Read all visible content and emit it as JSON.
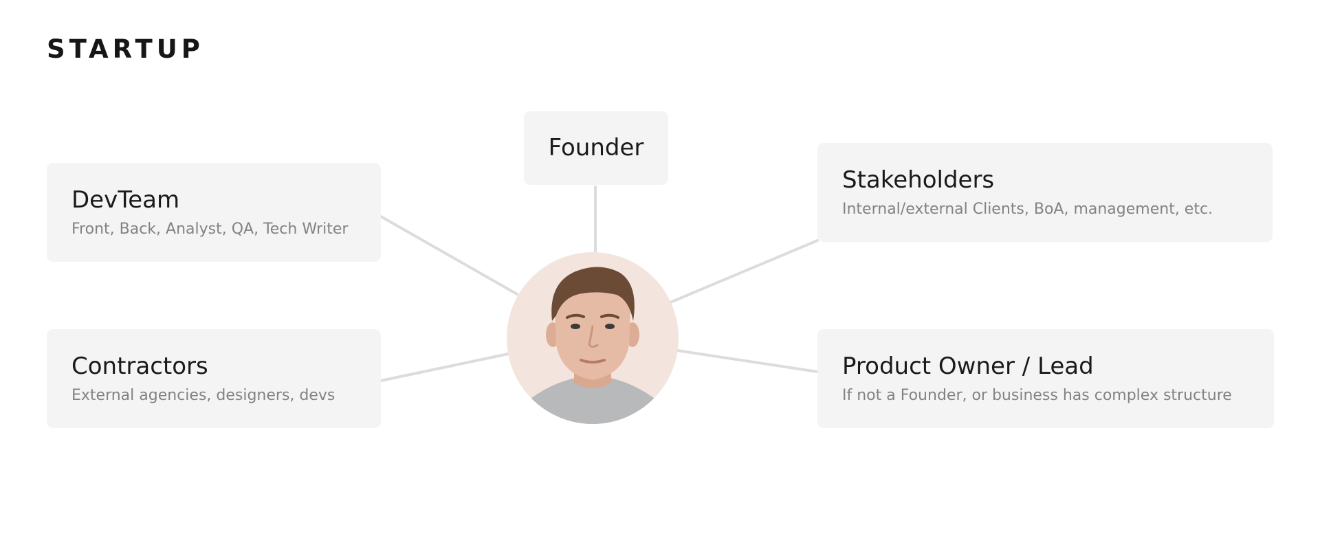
{
  "page": {
    "title": "STARTUP"
  },
  "diagram": {
    "center": {
      "label": "avatar-icon"
    },
    "founder": {
      "title": "Founder"
    },
    "devteam": {
      "title": "DevTeam",
      "subtitle": "Front, Back, Analyst, QA, Tech Writer"
    },
    "contractors": {
      "title": "Contractors",
      "subtitle": "External agencies, designers, devs"
    },
    "stakeholders": {
      "title": "Stakeholders",
      "subtitle": "Internal/external Clients, BoA, management, etc."
    },
    "product_owner": {
      "title": "Product Owner / Lead",
      "subtitle": "If not a Founder, or business has complex structure"
    }
  },
  "colors": {
    "card_bg": "#f4f4f4",
    "connector": "#dcdcdc",
    "avatar_bg": "#f3e4dd",
    "title_text": "#1a1a1a",
    "subtitle_text": "#828282"
  }
}
